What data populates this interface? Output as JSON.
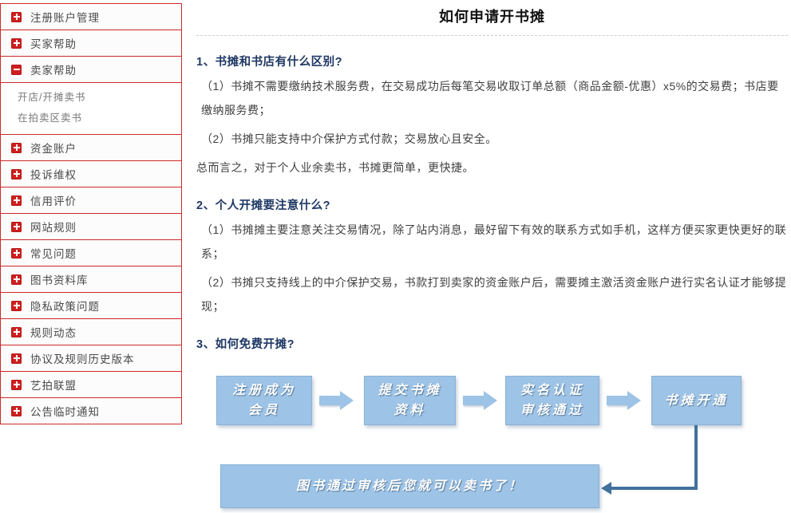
{
  "colors": {
    "sidebar_border_red": "#cc2a2a",
    "expander_icon_red": "#cf1f1f",
    "heading_navy": "#1f3864",
    "flow_box_blue": "#9dc3e6",
    "elbow_arrow_blue": "#41719c"
  },
  "sidebar": {
    "items": [
      {
        "label": "注册账户管理",
        "icon": "plus"
      },
      {
        "label": "买家帮助",
        "icon": "plus"
      },
      {
        "label": "卖家帮助",
        "icon": "minus",
        "children": [
          "开店/开摊卖书",
          "在拍卖区卖书"
        ]
      },
      {
        "label": "资金账户",
        "icon": "plus"
      },
      {
        "label": "投诉维权",
        "icon": "plus"
      },
      {
        "label": "信用评价",
        "icon": "plus"
      },
      {
        "label": "网站规则",
        "icon": "plus"
      },
      {
        "label": "常见问题",
        "icon": "plus"
      },
      {
        "label": "图书资料库",
        "icon": "plus"
      },
      {
        "label": "隐私政策问题",
        "icon": "plus"
      },
      {
        "label": "规则动态",
        "icon": "plus"
      },
      {
        "label": "协议及规则历史版本",
        "icon": "plus"
      },
      {
        "label": "艺拍联盟",
        "icon": "plus"
      },
      {
        "label": "公告临时通知",
        "icon": "plus"
      }
    ]
  },
  "main": {
    "title": "如何申请开书摊",
    "sections": [
      {
        "heading": "1、书摊和书店有什么区别?",
        "paragraphs": [
          "（1）书摊不需要缴纳技术服务费，在交易成功后每笔交易收取订单总额（商品金额-优惠）x5%的交易费；书店要缴纳服务费；",
          "（2）书摊只能支持中介保护方式付款；交易放心且安全。",
          "总而言之，对于个人业余卖书，书摊更简单，更快捷。"
        ]
      },
      {
        "heading": "2、个人开摊要注意什么?",
        "paragraphs": [
          "（1）书摊摊主要注意关注交易情况，除了站内消息，最好留下有效的联系方式如手机，这样方便买家更快更好的联系；",
          "（2）书摊只支持线上的中介保护交易，书款打到卖家的资金账户后，需要摊主激活资金账户进行实名认证才能够提现；"
        ]
      },
      {
        "heading": "3、如何免费开摊?",
        "paragraphs": []
      }
    ],
    "flow": {
      "steps": [
        {
          "line1": "注册成为",
          "line2": "会员"
        },
        {
          "line1": "提交书摊",
          "line2": "资料"
        },
        {
          "line1": "实名认证",
          "line2": "审核通过"
        },
        {
          "line1": "书摊开通",
          "line2": ""
        }
      ],
      "final": "图书通过审核后您就可以卖书了！"
    }
  }
}
